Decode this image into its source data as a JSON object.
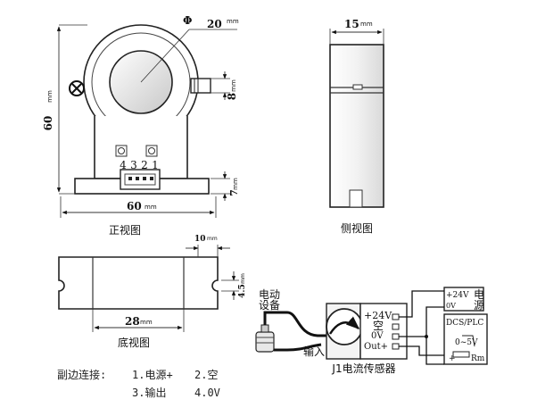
{
  "front_view": {
    "caption": "正视图",
    "dia_label": "Φ",
    "dia_value": "20",
    "dia_unit": "mm",
    "height_value": "60",
    "height_unit": "mm",
    "slot_value": "8",
    "slot_unit": "mm",
    "base_value": "7",
    "base_unit": "mm",
    "width_value": "60",
    "width_unit": "mm",
    "pin_labels": [
      "4",
      "3",
      "2",
      "1"
    ]
  },
  "side_view": {
    "caption": "侧视图",
    "width_value": "15",
    "width_unit": "mm"
  },
  "bottom_view": {
    "caption": "底视图",
    "width_value": "10",
    "width_unit": "mm",
    "hole_value": "4.5",
    "hole_unit": "mm",
    "span_value": "28",
    "span_unit": "mm"
  },
  "wiring": {
    "device_label_1": "电动",
    "device_label_2": "设备",
    "input_label": "输入",
    "sensor_label": "J1电流传感器",
    "terminal_24v": "+24V",
    "terminal_empty": "空",
    "terminal_0v": "0V",
    "terminal_out": "Out+",
    "psu_24v": "+24V",
    "psu_0v": "0V",
    "psu_name_1": "电",
    "psu_name_2": "源",
    "dcs_label": "DCS/PLC",
    "dcs_range": "0~5V",
    "dcs_plus": "+",
    "dcs_rm": "Rm"
  },
  "notes": {
    "title": "副边连接:",
    "item1": "1.电源+",
    "item2": "2.空",
    "item3": "3.输出",
    "item4": "4.0V"
  }
}
